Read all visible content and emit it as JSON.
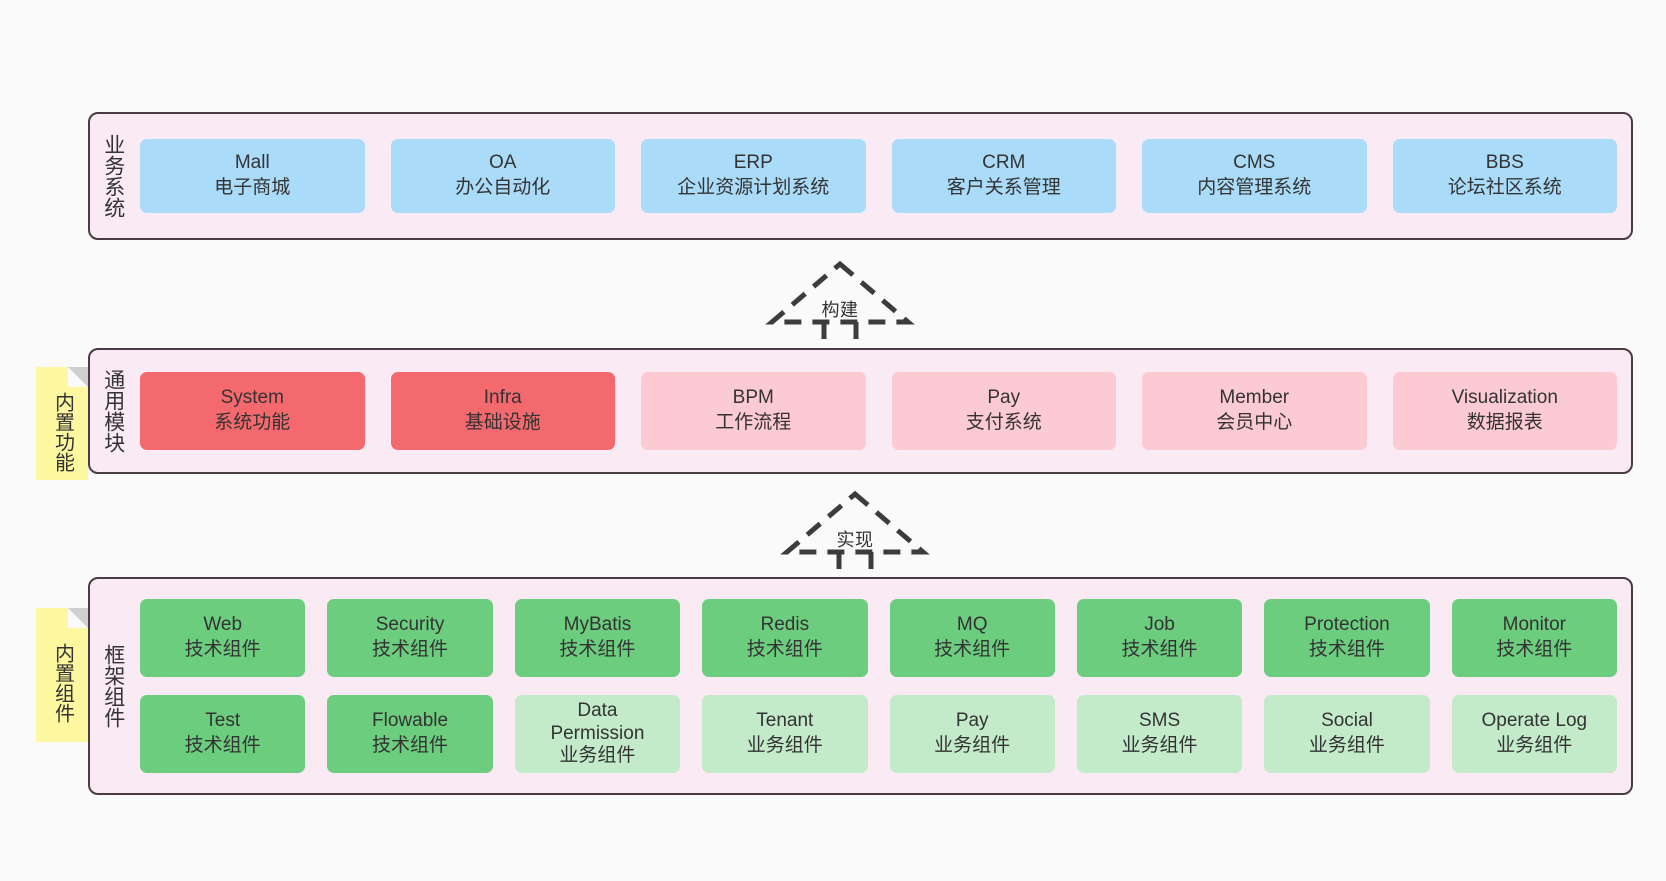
{
  "diagram": {
    "background_color": "#fafafa",
    "panel_bg": "#f9eaf4",
    "panel_border": "#4a3b44",
    "note_color": "#fdf7a0",
    "note_fold_color": "#cfcfcf"
  },
  "layers": [
    {
      "id": "business",
      "title": "业务系统",
      "rows": [
        {
          "cells": [
            {
              "title": "Mall",
              "sub": "电子商城",
              "color": "#aadcfa"
            },
            {
              "title": "OA",
              "sub": "办公自动化",
              "color": "#aadcfa"
            },
            {
              "title": "ERP",
              "sub": "企业资源计划系统",
              "color": "#aadcfa"
            },
            {
              "title": "CRM",
              "sub": "客户关系管理",
              "color": "#aadcfa"
            },
            {
              "title": "CMS",
              "sub": "内容管理系统",
              "color": "#aadcfa"
            },
            {
              "title": "BBS",
              "sub": "论坛社区系统",
              "color": "#aadcfa"
            }
          ]
        }
      ]
    },
    {
      "id": "common",
      "title": "通用模块",
      "note": "内置功能",
      "rows": [
        {
          "cells": [
            {
              "title": "System",
              "sub": "系统功能",
              "color": "#f4696d"
            },
            {
              "title": "Infra",
              "sub": "基础设施",
              "color": "#f4696d"
            },
            {
              "title": "BPM",
              "sub": "工作流程",
              "color": "#fccad3"
            },
            {
              "title": "Pay",
              "sub": "支付系统",
              "color": "#fccad3"
            },
            {
              "title": "Member",
              "sub": "会员中心",
              "color": "#fccad3"
            },
            {
              "title": "Visualization",
              "sub": "数据报表",
              "color": "#fccad3"
            }
          ]
        }
      ]
    },
    {
      "id": "framework",
      "title": "框架组件",
      "note": "内置组件",
      "rows": [
        {
          "cells": [
            {
              "title": "Web",
              "sub": "技术组件",
              "color": "#6ccd7e"
            },
            {
              "title": "Security",
              "sub": "技术组件",
              "color": "#6ccd7e"
            },
            {
              "title": "MyBatis",
              "sub": "技术组件",
              "color": "#6ccd7e"
            },
            {
              "title": "Redis",
              "sub": "技术组件",
              "color": "#6ccd7e"
            },
            {
              "title": "MQ",
              "sub": "技术组件",
              "color": "#6ccd7e"
            },
            {
              "title": "Job",
              "sub": "技术组件",
              "color": "#6ccd7e"
            },
            {
              "title": "Protection",
              "sub": "技术组件",
              "color": "#6ccd7e"
            },
            {
              "title": "Monitor",
              "sub": "技术组件",
              "color": "#6ccd7e"
            }
          ]
        },
        {
          "cells": [
            {
              "title": "Test",
              "sub": "技术组件",
              "color": "#6ccd7e"
            },
            {
              "title": "Flowable",
              "sub": "技术组件",
              "color": "#6ccd7e"
            },
            {
              "title": "Data Permission",
              "sub": "业务组件",
              "color": "#c3ebca"
            },
            {
              "title": "Tenant",
              "sub": "业务组件",
              "color": "#c3ebca"
            },
            {
              "title": "Pay",
              "sub": "业务组件",
              "color": "#c3ebca"
            },
            {
              "title": "SMS",
              "sub": "业务组件",
              "color": "#c3ebca"
            },
            {
              "title": "Social",
              "sub": "业务组件",
              "color": "#c3ebca"
            },
            {
              "title": "Operate Log",
              "sub": "业务组件",
              "color": "#c3ebca"
            }
          ]
        }
      ]
    }
  ],
  "connectors": [
    {
      "id": "build",
      "label": "构建"
    },
    {
      "id": "implement",
      "label": "实现"
    }
  ]
}
